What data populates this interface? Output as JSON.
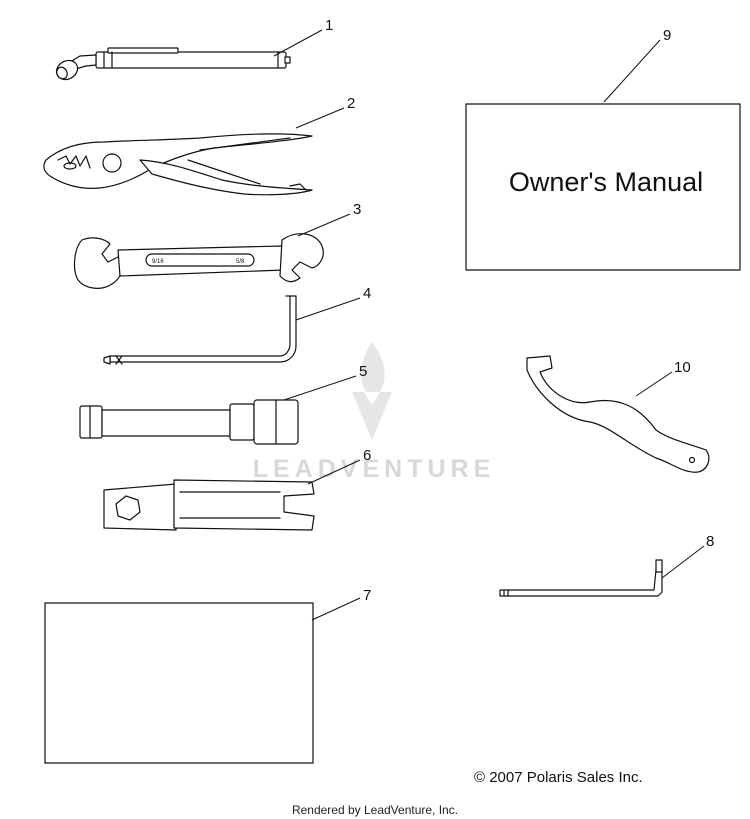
{
  "callouts": {
    "c1": "1",
    "c2": "2",
    "c3": "3",
    "c4": "4",
    "c5": "5",
    "c6": "6",
    "c7": "7",
    "c8": "8",
    "c9": "9",
    "c10": "10"
  },
  "manual": {
    "title": "Owner's Manual"
  },
  "wrench": {
    "size_left": "9/16",
    "size_right": "5/8"
  },
  "watermark": {
    "text": "LEADVENTURE"
  },
  "copyright": "© 2007 Polaris Sales Inc.",
  "footer": "Rendered by LeadVenture, Inc."
}
